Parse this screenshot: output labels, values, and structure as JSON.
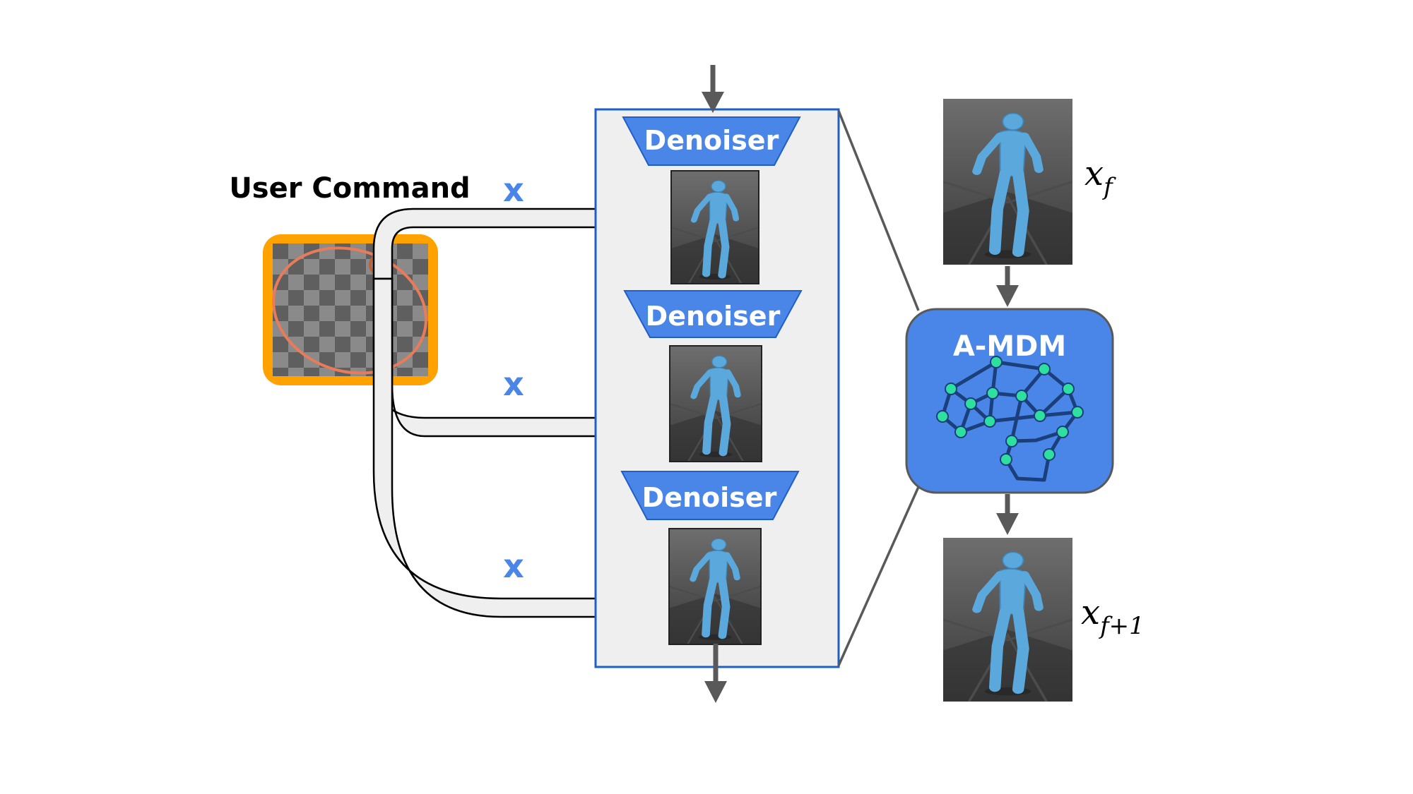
{
  "user_command": {
    "label": "User Command"
  },
  "inject_label": "x",
  "denoisers": [
    {
      "label": "Denoiser"
    },
    {
      "label": "Denoiser"
    },
    {
      "label": "Denoiser"
    }
  ],
  "model": {
    "label": "A-MDM"
  },
  "frames": {
    "current": {
      "var": "x",
      "sub": "f"
    },
    "next": {
      "var": "x",
      "sub": "f+1"
    }
  },
  "colors": {
    "accent_blue": "#4a86e8",
    "panel_border": "#1f5fc8",
    "panel_fill": "#efefef",
    "command_orange": "#ffa200",
    "trajectory": "#e87c5a",
    "arrow_gray": "#595959",
    "node_green": "#2de0a0",
    "network_line": "#1b3f7a",
    "character_blue": "#5aa8dc",
    "floor_dark": "#3f3f3f"
  }
}
